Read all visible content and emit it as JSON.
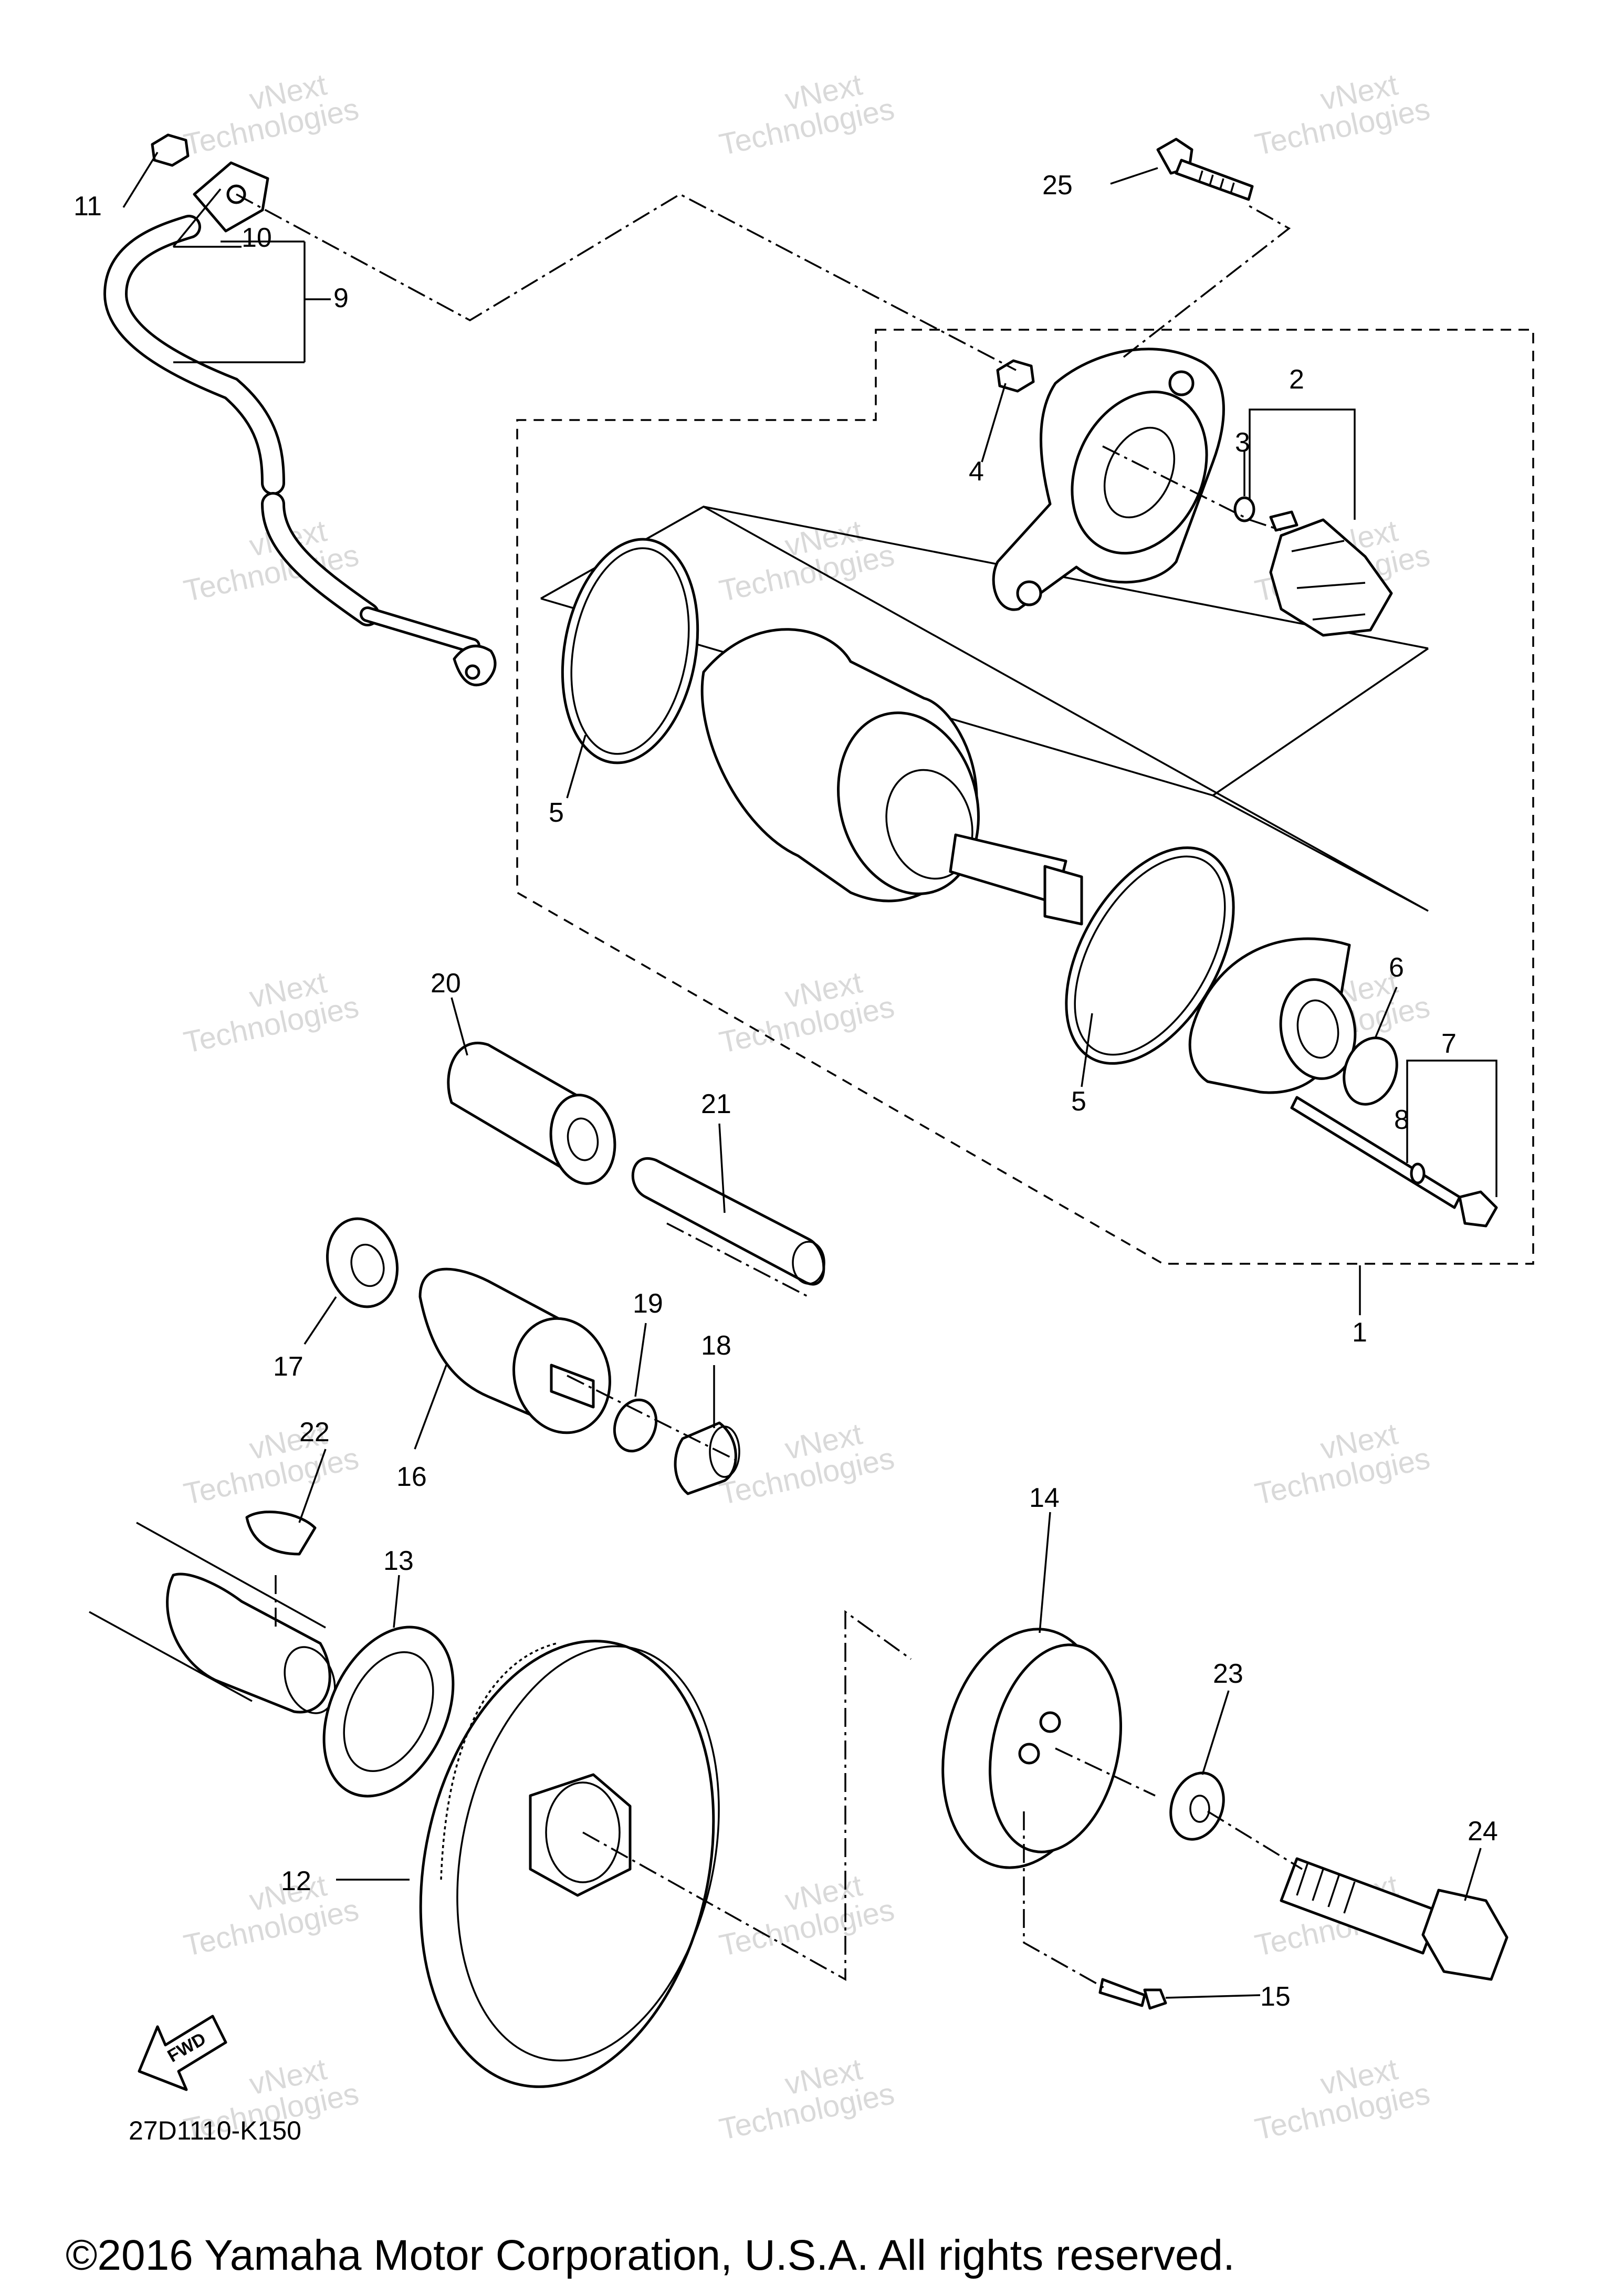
{
  "watermark": {
    "line1": "vNext",
    "line2": "Technologies"
  },
  "callouts": {
    "p1": "1",
    "p2": "2",
    "p3": "3",
    "p4": "4",
    "p5a": "5",
    "p5b": "5",
    "p6": "6",
    "p7": "7",
    "p8": "8",
    "p9": "9",
    "p10": "10",
    "p11": "11",
    "p12": "12",
    "p13": "13",
    "p14": "14",
    "p15": "15",
    "p16": "16",
    "p17": "17",
    "p18": "18",
    "p19": "19",
    "p20": "20",
    "p21": "21",
    "p22": "22",
    "p23": "23",
    "p24": "24",
    "p25": "25"
  },
  "fwd_label": "FWD",
  "diagram_code": "27D1110-K150",
  "copyright": "©2016 Yamaha Motor Corporation, U.S.A. All rights reserved."
}
